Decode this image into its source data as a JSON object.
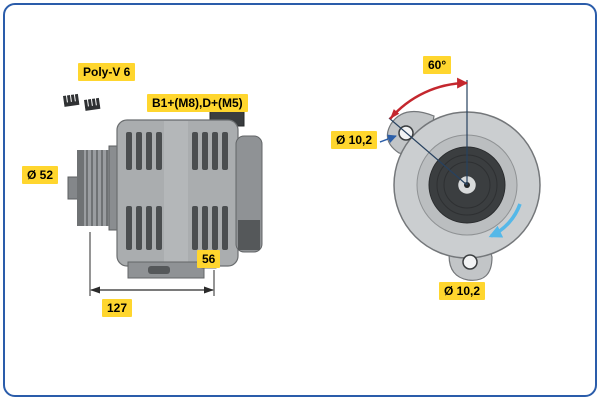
{
  "drawing": {
    "side_view": {
      "belt_type": "Poly-V 6",
      "terminals": "B1+(M8),D+(M5)",
      "pulley_diameter": "Ø 52",
      "depth_dim": "56",
      "length_dim": "127"
    },
    "front_view": {
      "mount_angle": "60°",
      "hole_top_diameter": "Ø 10,2",
      "hole_bottom_diameter": "Ø 10,2"
    }
  },
  "colors": {
    "label_background": "#ffd62e",
    "border_blue": "#2a5caa",
    "dimension_red": "#c4272e",
    "dimension_blue": "#2d5fa8",
    "rotation_arrow": "#55b8e8"
  },
  "icons": {
    "belt_section_icon": "dark ribbed poly-v belt cross-section marks",
    "angle_arc_icon": "red curved double-arrow angle dimension",
    "rotation_arrow_icon": "light-blue curved rotation direction arrow"
  }
}
